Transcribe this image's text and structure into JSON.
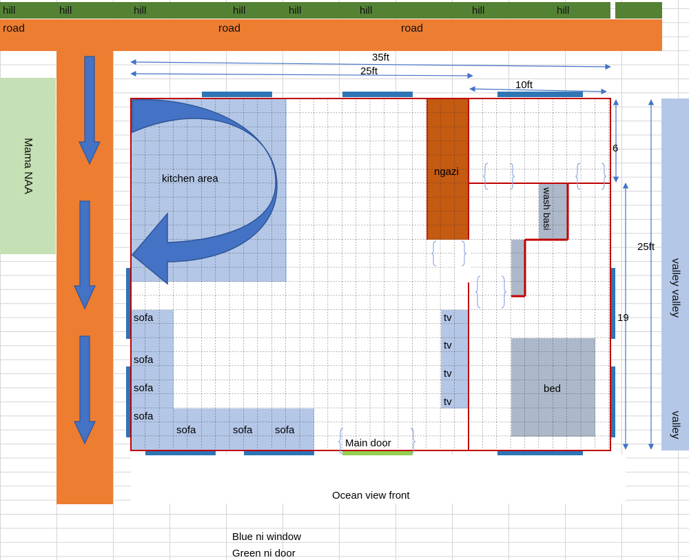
{
  "top_band": {
    "hill_labels": [
      "hill",
      "hill",
      "hill",
      "hill",
      "hill",
      "hill",
      "hill",
      "hill"
    ],
    "road_labels": [
      "road",
      "road",
      "road"
    ]
  },
  "left_side": {
    "neighbor_label": "Mama NAA"
  },
  "right_side": {
    "valley_labels": [
      "valley  valley",
      "valley"
    ]
  },
  "dimensions": {
    "total_width": "35ft",
    "main_width": "25ft",
    "bedroom_width": "10ft",
    "bath_depth": "6",
    "total_depth": "25ft",
    "bedroom_depth": "19"
  },
  "rooms": {
    "kitchen": "kitchen area",
    "ngazi": "ngazi",
    "wash_basin": "wash basi",
    "bed": "bed",
    "main_door": "Main door"
  },
  "furniture": {
    "sofa": "sofa",
    "tv": "tv"
  },
  "front_label": "Ocean view front",
  "legend": {
    "window": "Blue ni window",
    "door": "Green ni door"
  },
  "colors": {
    "hill": "#548235",
    "road": "#ed7d31",
    "neighbor": "#c5e0b4",
    "valley": "#b4c7e7",
    "wall": "#c00000",
    "area": "#b4c7e7",
    "ngazi": "#c55a11",
    "bed": "#adb9ca",
    "window": "#2e75b6",
    "door": "#92d050",
    "arrow": "#4472c4"
  }
}
